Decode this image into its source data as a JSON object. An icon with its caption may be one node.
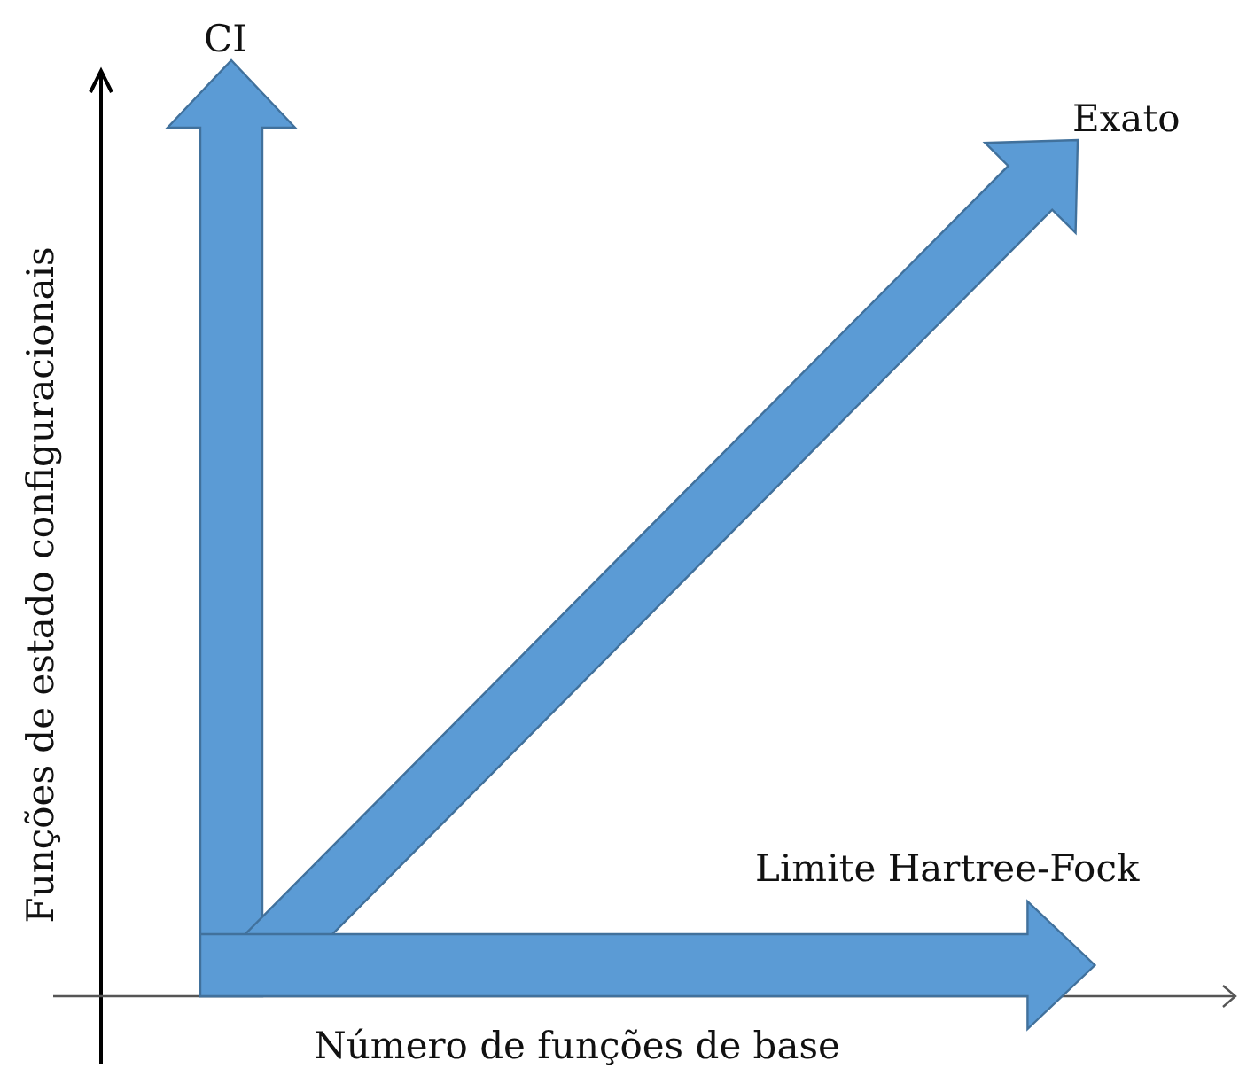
{
  "diagram": {
    "nodes": [
      {
        "text": [
          "CI"
        ]
      },
      {
        "text": [
          "Exato"
        ]
      },
      {
        "text": [
          "Limite Hartree-Fock"
        ]
      }
    ],
    "edges": [
      {
        "from": null,
        "to": 0,
        "arrow": "to"
      },
      {
        "from": null,
        "to": 1,
        "arrow": "to"
      },
      {
        "from": null,
        "to": 2,
        "arrow": "to"
      }
    ],
    "labels": [
      "Funções de estado configuracionais",
      "Número de funções de base"
    ]
  }
}
